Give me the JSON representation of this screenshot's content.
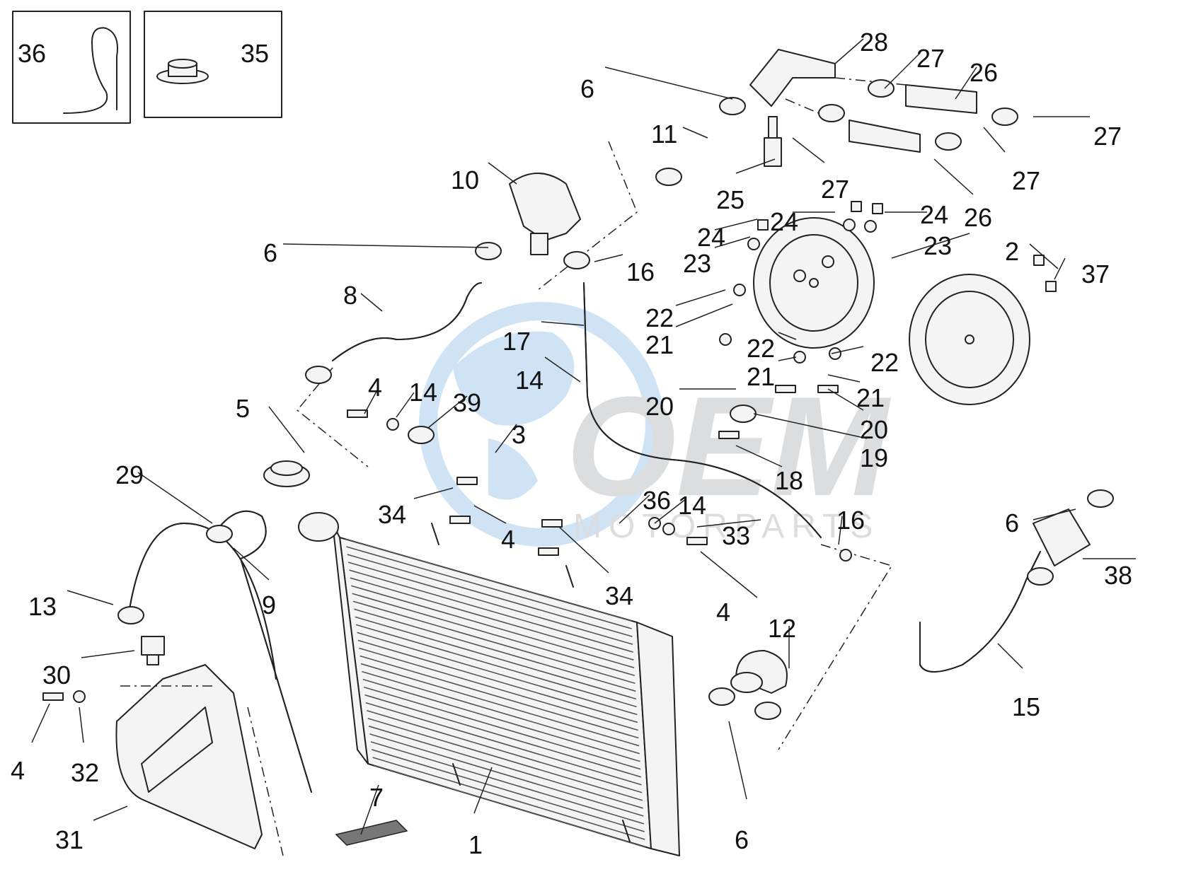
{
  "watermark": {
    "brand": "OEM",
    "sub": "MOTORPARTS"
  },
  "callouts": [
    {
      "n": "36"
    },
    {
      "n": "35"
    },
    {
      "n": "6"
    },
    {
      "n": "28"
    },
    {
      "n": "27"
    },
    {
      "n": "26"
    },
    {
      "n": "27"
    },
    {
      "n": "11"
    },
    {
      "n": "27"
    },
    {
      "n": "27"
    },
    {
      "n": "10"
    },
    {
      "n": "25"
    },
    {
      "n": "26"
    },
    {
      "n": "24"
    },
    {
      "n": "24"
    },
    {
      "n": "24"
    },
    {
      "n": "23"
    },
    {
      "n": "23"
    },
    {
      "n": "2"
    },
    {
      "n": "37"
    },
    {
      "n": "6"
    },
    {
      "n": "16"
    },
    {
      "n": "8"
    },
    {
      "n": "22"
    },
    {
      "n": "21"
    },
    {
      "n": "22"
    },
    {
      "n": "22"
    },
    {
      "n": "17"
    },
    {
      "n": "21"
    },
    {
      "n": "21"
    },
    {
      "n": "14"
    },
    {
      "n": "4"
    },
    {
      "n": "14"
    },
    {
      "n": "39"
    },
    {
      "n": "20"
    },
    {
      "n": "20"
    },
    {
      "n": "3"
    },
    {
      "n": "5"
    },
    {
      "n": "19"
    },
    {
      "n": "18"
    },
    {
      "n": "29"
    },
    {
      "n": "34"
    },
    {
      "n": "36"
    },
    {
      "n": "14"
    },
    {
      "n": "16"
    },
    {
      "n": "6"
    },
    {
      "n": "4"
    },
    {
      "n": "33"
    },
    {
      "n": "9"
    },
    {
      "n": "38"
    },
    {
      "n": "13"
    },
    {
      "n": "34"
    },
    {
      "n": "4"
    },
    {
      "n": "12"
    },
    {
      "n": "30"
    },
    {
      "n": "15"
    },
    {
      "n": "4"
    },
    {
      "n": "32"
    },
    {
      "n": "7"
    },
    {
      "n": "31"
    },
    {
      "n": "1"
    },
    {
      "n": "6"
    }
  ]
}
